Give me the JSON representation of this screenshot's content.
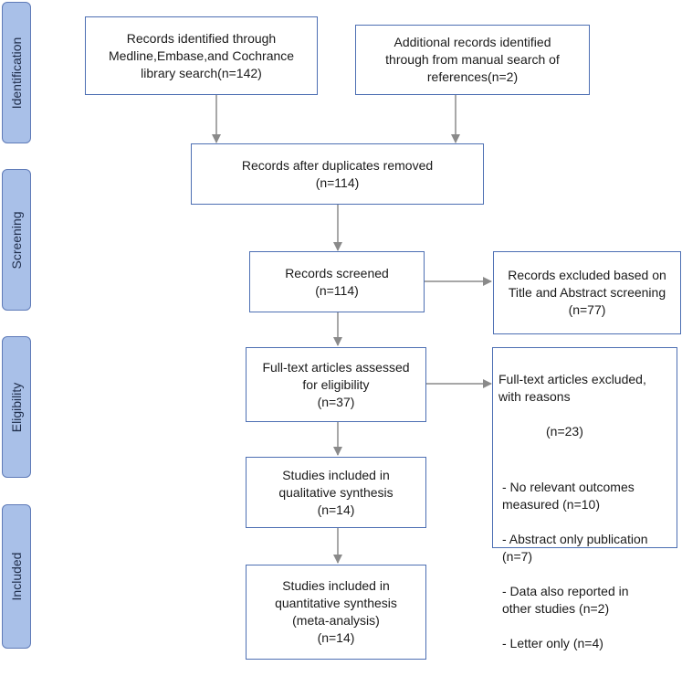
{
  "stages": {
    "identification": "Identification",
    "screening": "Screening",
    "eligibility": "Eligibility",
    "included": "Included"
  },
  "boxes": {
    "records_identified": "Records identified through\nMedline,Embase,and Cochrance\nlibrary search(n=142)",
    "additional_records": "Additional records identified\nthrough from manual search of\nreferences(n=2)",
    "after_duplicates": "Records after duplicates removed\n(n=114)",
    "records_screened": "Records screened\n(n=114)",
    "records_excluded": "Records excluded based on\nTitle and Abstract screening\n(n=77)",
    "fulltext_assessed": "Full-text articles assessed\nfor eligibility\n(n=37)",
    "qualitative": "Studies included in\nqualitative synthesis\n(n=14)",
    "quantitative": "Studies included in\nquantitative synthesis\n(meta-analysis)\n(n=14)"
  },
  "fulltext_excluded": {
    "heading": "Full-text articles excluded,\nwith reasons",
    "count": "(n=23)",
    "reasons": [
      "- No relevant outcomes\n   measured (n=10)",
      "- Abstract only publication\n   (n=7)",
      "- Data also reported in\n   other studies (n=2)",
      "- Letter only (n=4)"
    ]
  }
}
